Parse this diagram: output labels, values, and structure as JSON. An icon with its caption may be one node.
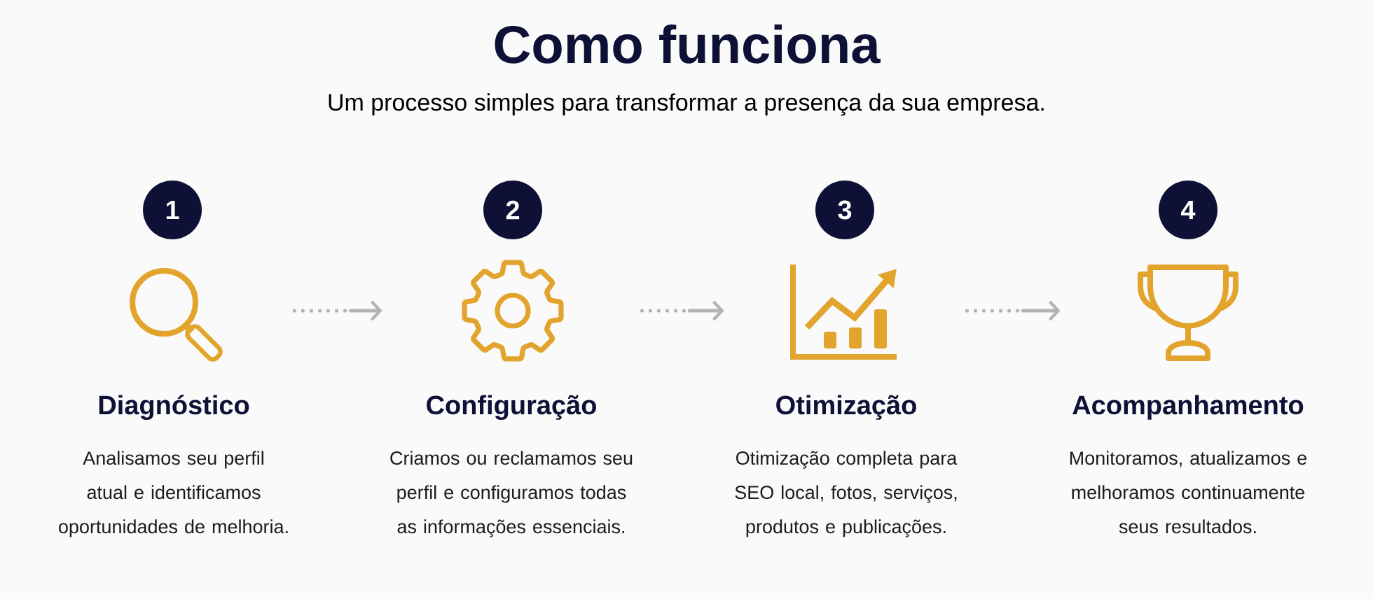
{
  "diagram": {
    "title": "Como funciona",
    "nodes": [
      {
        "text": [
          "1"
        ]
      },
      {
        "text": [],
        "shape": "picture",
        "beside": [
          "Diagnóstico",
          "Analisamos seu perfil atual e identificamos oportunidades de melhoria."
        ]
      },
      {
        "text": [
          "2"
        ]
      },
      {
        "text": [],
        "shape": "picture",
        "beside": [
          "Configuração",
          "Criamos ou reclamamos seu perfil e configuramos todas as informações essenciais."
        ]
      },
      {
        "text": [
          "3"
        ]
      },
      {
        "text": [],
        "shape": "picture",
        "beside": [
          "Otimização",
          "Otimização completa para SEO local, fotos, serviços, produtos e publicações."
        ]
      },
      {
        "text": [
          "4"
        ]
      },
      {
        "text": [],
        "shape": "picture",
        "beside": [
          "Acompanhamento",
          "Monitoramos, atualizamos e melhoramos continuamente seus resultados."
        ]
      }
    ],
    "edges": [
      {
        "from": 1,
        "to": 3,
        "arrow": "to",
        "style": "dashed"
      },
      {
        "from": 3,
        "to": 5,
        "arrow": "to",
        "style": "dashed"
      },
      {
        "from": 5,
        "to": 7,
        "arrow": "to",
        "style": "dashed"
      }
    ],
    "labels": [
      "Um processo simples para transformar a presença da sua empresa."
    ]
  }
}
